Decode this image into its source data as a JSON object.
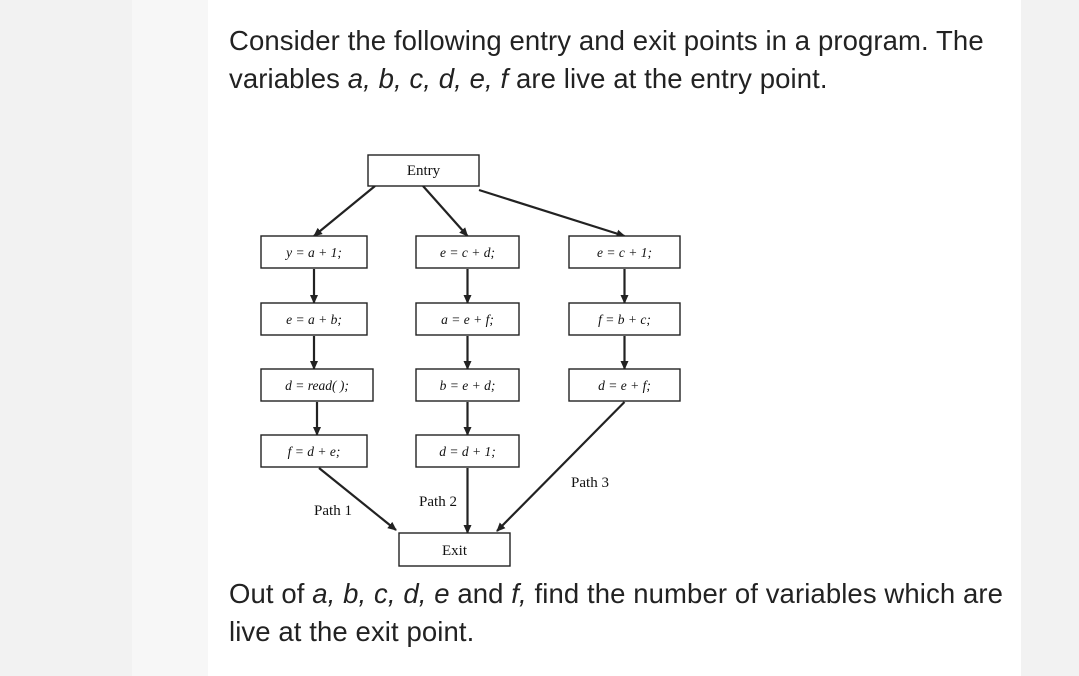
{
  "question": {
    "intro": [
      {
        "t": "Consider the following entry and exit points in a program. The variables "
      },
      {
        "t": "a, b, c, d, e, f",
        "i": true
      },
      {
        "t": " are live at the entry point."
      }
    ],
    "outro": [
      {
        "t": "Out of "
      },
      {
        "t": "a, b, c, d, e",
        "i": true
      },
      {
        "t": " and "
      },
      {
        "t": "f,",
        "i": true
      },
      {
        "t": " find the number of variables which are live at the exit point."
      }
    ]
  },
  "diagram": {
    "entry_label": "Entry",
    "exit_label": "Exit",
    "paths": [
      {
        "label": "Path 1",
        "statements": [
          "y = a + 1;",
          "e = a + b;",
          "d = read( );",
          "f = d + e;"
        ]
      },
      {
        "label": "Path 2",
        "statements": [
          "e = c + d;",
          "a = e + f;",
          "b = e + d;",
          "d = d + 1;"
        ]
      },
      {
        "label": "Path 3",
        "statements": [
          "e = c + 1;",
          "f = b + c;",
          "d = e + f;"
        ]
      }
    ]
  },
  "colors": {
    "text": "#222222",
    "side_panel": "#f2f2f2",
    "line": "#222222"
  }
}
